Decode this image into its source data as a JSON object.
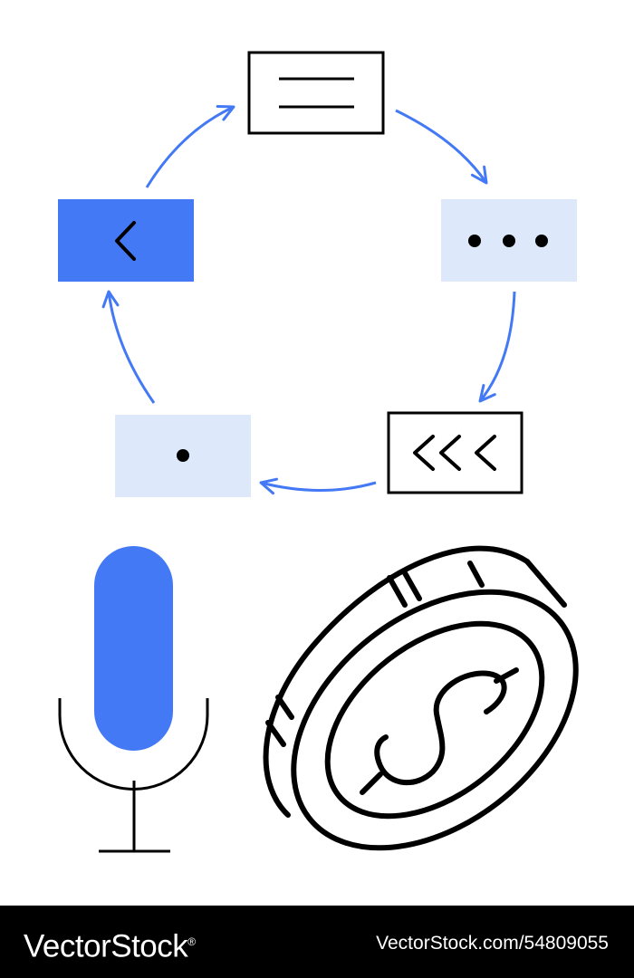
{
  "colors": {
    "accent": "#4479f6",
    "accent_light": "#dde8fb",
    "ink": "#000000",
    "background": "#ffffff",
    "footer_background": "#000000",
    "footer_text": "#ffffff"
  },
  "cycle": {
    "cards": [
      {
        "name": "text-card",
        "style": "outlined",
        "icon": "text-lines-icon"
      },
      {
        "name": "dots-card",
        "style": "light-filled",
        "icon": "more-dots-icon"
      },
      {
        "name": "chevrons-card",
        "style": "outlined",
        "icon": "triple-chevron-left-icon"
      },
      {
        "name": "single-dot-card",
        "style": "light-filled",
        "icon": "dot-icon"
      },
      {
        "name": "back-card",
        "style": "accent-filled",
        "icon": "chevron-left-icon"
      }
    ],
    "arrow_direction": "clockwise"
  },
  "icons": {
    "microphone": "microphone-icon",
    "coin": "dollar-coin-icon"
  },
  "footer": {
    "brand": "VectorStock",
    "brand_registered": "®",
    "stock_id": "VectorStock.com/54809055"
  }
}
